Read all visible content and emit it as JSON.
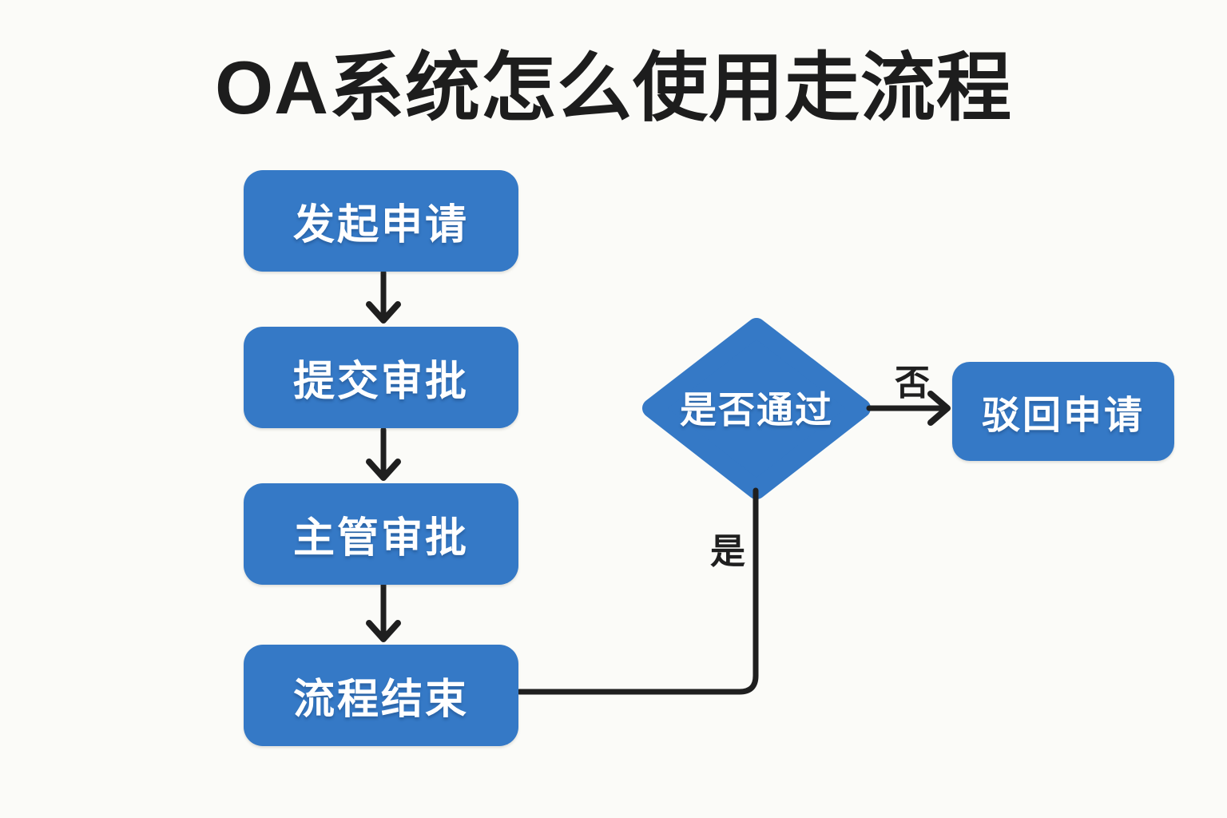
{
  "title": "OA系统怎么使用走流程",
  "colors": {
    "background": "#fbfbf8",
    "node_fill": "#3579c6",
    "node_text": "#ffffff",
    "line": "#1f1f1f",
    "title_text": "#1d1d1d"
  },
  "flowchart": {
    "nodes": [
      {
        "id": "start",
        "type": "process",
        "label": "发起申请"
      },
      {
        "id": "submit",
        "type": "process",
        "label": "提交审批"
      },
      {
        "id": "review",
        "type": "process",
        "label": "主管审批"
      },
      {
        "id": "end",
        "type": "process",
        "label": "流程结束"
      },
      {
        "id": "decision",
        "type": "decision",
        "label": "是否通过"
      },
      {
        "id": "reject",
        "type": "process",
        "label": "驳回申请"
      }
    ],
    "edges": [
      {
        "from": "start",
        "to": "submit",
        "label": ""
      },
      {
        "from": "submit",
        "to": "review",
        "label": ""
      },
      {
        "from": "review",
        "to": "end",
        "label": ""
      },
      {
        "from": "decision",
        "to": "reject",
        "label": "否"
      },
      {
        "from": "decision",
        "to": "end",
        "label": "是"
      }
    ]
  }
}
